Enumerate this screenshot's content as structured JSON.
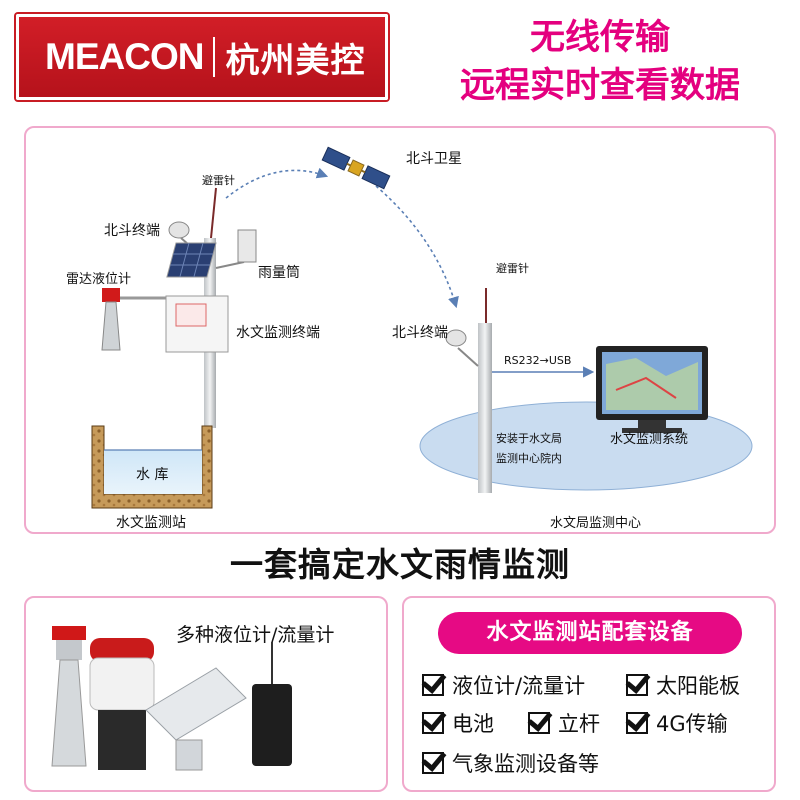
{
  "header": {
    "logo_en": "MEACON",
    "logo_cn": "杭州美控",
    "headline_1": "无线传输",
    "headline_2": "远程实时查看数据"
  },
  "diagram": {
    "satellite": "北斗卫星",
    "left_lightning_rod": "避雷针",
    "left_beidou_terminal": "北斗终端",
    "radar_level_meter": "雷达液位计",
    "rain_gauge": "雨量筒",
    "hydrology_terminal": "水文监测终端",
    "reservoir": "水 库",
    "station_caption": "水文监测站",
    "right_lightning_rod": "避雷针",
    "right_beidou_terminal": "北斗终端",
    "rs232": "RS232→USB",
    "install_note_1": "安装于水文局",
    "install_note_2": "监测中心院内",
    "monitoring_system": "水文监测系统",
    "center_caption": "水文局监测中心"
  },
  "slogan": "一套搞定水文雨情监测",
  "left_panel": {
    "title": "多种液位计/流量计"
  },
  "right_panel": {
    "title": "水文监测站配套设备",
    "items": [
      "液位计/流量计",
      "太阳能板",
      "电池",
      "立杆",
      "4G传输",
      "气象监测设备等"
    ]
  },
  "colors": {
    "brand_red": "#c81c24",
    "accent_magenta": "#e4007f",
    "panel_border": "#f0a9cc"
  }
}
